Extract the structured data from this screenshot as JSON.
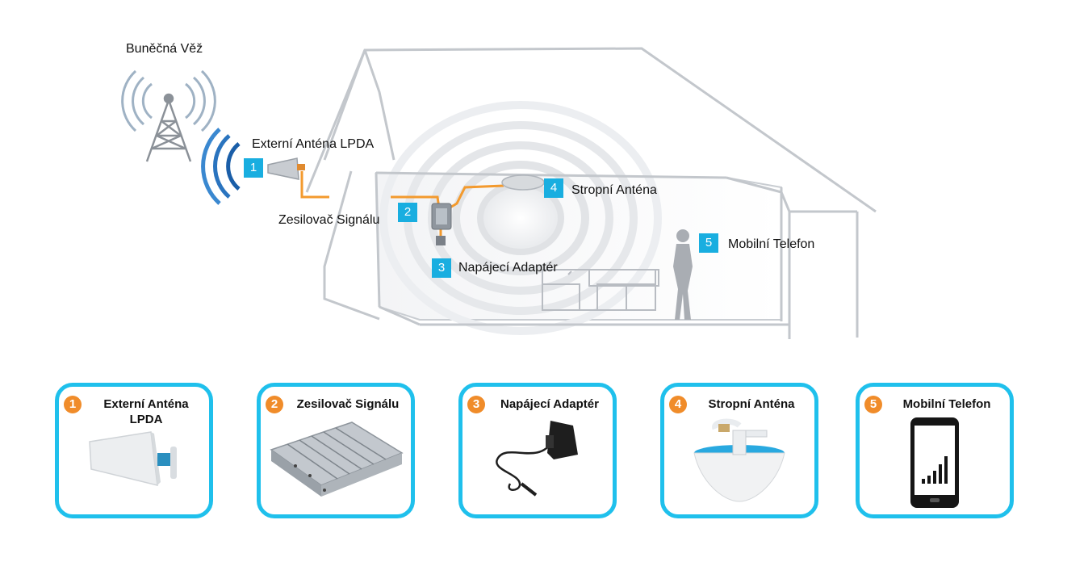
{
  "diagram": {
    "tower_label": "Buněčná Věž",
    "items": [
      {
        "num": "1",
        "label": "Externí Anténa LPDA"
      },
      {
        "num": "2",
        "label": "Zesilovač Signálu"
      },
      {
        "num": "3",
        "label": "Napájecí Adaptér"
      },
      {
        "num": "4",
        "label": "Stropní Anténa"
      },
      {
        "num": "5",
        "label": "Mobilní Telefon"
      }
    ]
  },
  "cards": [
    {
      "num": "1",
      "title": "Externí Anténa LPDA",
      "icon": "lpda-antenna-icon"
    },
    {
      "num": "2",
      "title": "Zesilovač Signálu",
      "icon": "signal-amplifier-icon"
    },
    {
      "num": "3",
      "title": "Napájecí Adaptér",
      "icon": "power-adapter-icon"
    },
    {
      "num": "4",
      "title": "Stropní Anténa",
      "icon": "ceiling-antenna-icon"
    },
    {
      "num": "5",
      "title": "Mobilní Telefon",
      "icon": "mobile-phone-icon"
    }
  ],
  "colors": {
    "accent": "#19aee0",
    "card_border": "#1fc0ec",
    "cable": "#f39a2e",
    "number_badge": "#f08c2a"
  }
}
